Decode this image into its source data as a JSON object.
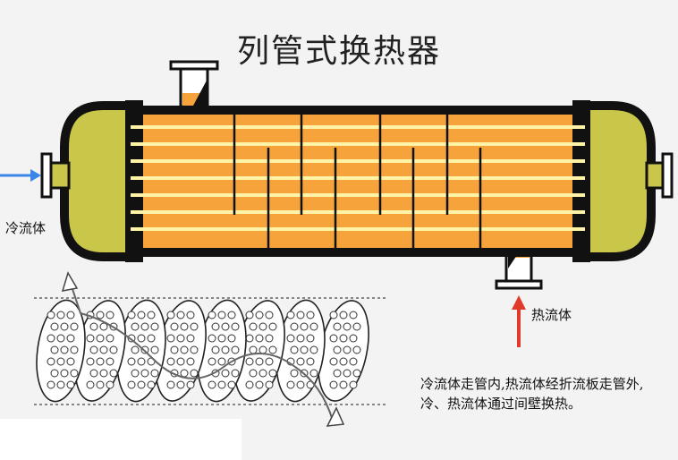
{
  "title": "列管式换热器",
  "labels": {
    "cold_fluid": "冷流体",
    "hot_fluid": "热流体"
  },
  "description": "冷流体走管内,热流体经折流板走管外,冷、热流体通过间壁换热。",
  "colors": {
    "shell": "#f6a33c",
    "head": "#c9c64a",
    "tube": "#fff3a8",
    "outline": "#111111",
    "cold_arrow": "#3a86e8",
    "hot_arrow": "#e23a2a"
  }
}
